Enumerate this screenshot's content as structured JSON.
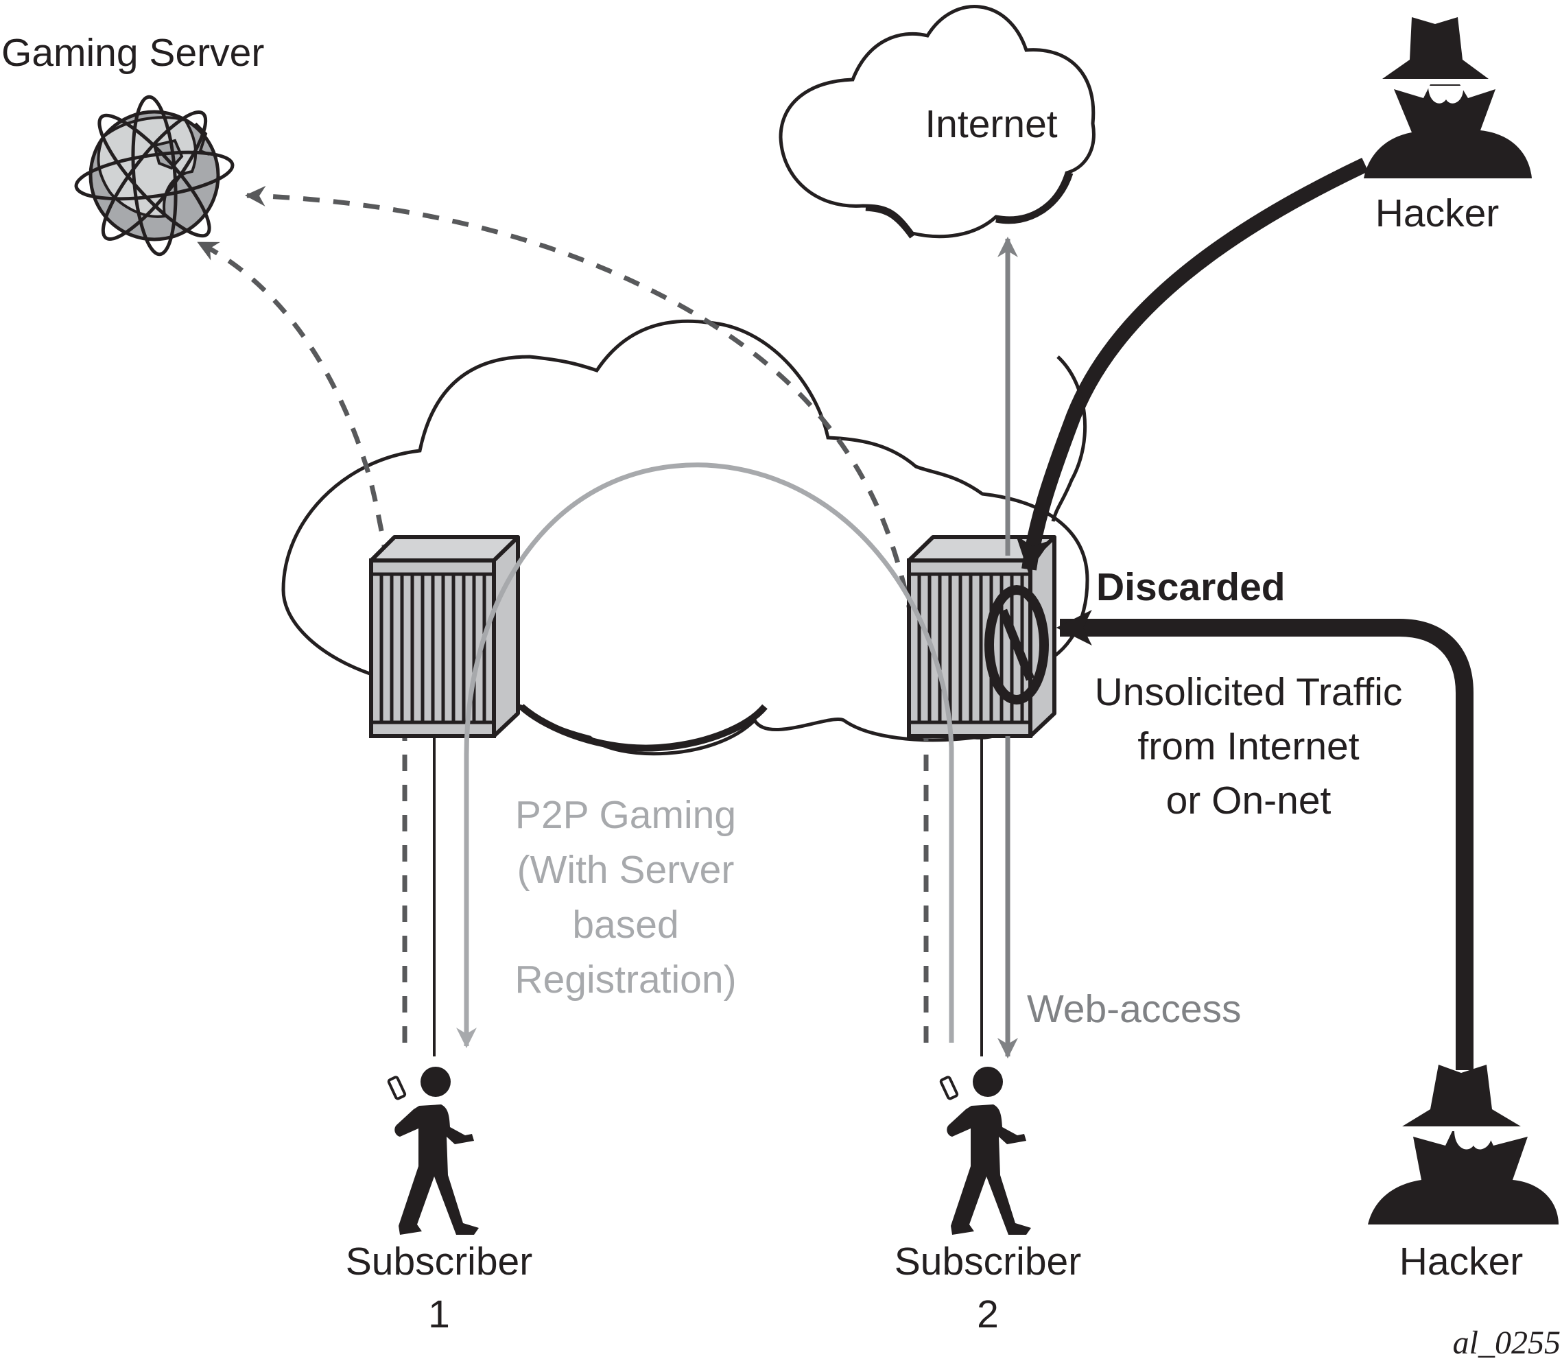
{
  "figure_id": "al_0255",
  "colors": {
    "ink": "#231f20",
    "dashed_flow": "#58595b",
    "p2p_flow": "#a7a9ac",
    "web_flow": "#808285",
    "router_face": "#c4c5c7",
    "router_top": "#d3d4d6",
    "globe_light": "#d1d3d4",
    "globe_dark": "#a7a9ac"
  },
  "nodes": {
    "gaming_server": {
      "label": "Gaming Server",
      "icon": "globe-icon"
    },
    "internet": {
      "label": "Internet",
      "icon": "cloud-icon"
    },
    "provider_network": {
      "icon": "cloud-icon"
    },
    "router_1": {
      "icon": "router-icon"
    },
    "router_2": {
      "icon": "router-icon",
      "badge_icon": "block-icon"
    },
    "hacker_top": {
      "label": "Hacker",
      "icon": "hacker-icon"
    },
    "hacker_bottom": {
      "label": "Hacker",
      "icon": "hacker-icon"
    },
    "subscriber_1": {
      "label_line1": "Subscriber",
      "label_line2": "1",
      "icon": "person-phone-icon"
    },
    "subscriber_2": {
      "label_line1": "Subscriber",
      "label_line2": "2",
      "icon": "person-phone-icon"
    }
  },
  "annotations": {
    "discarded": "Discarded",
    "unsolicited": [
      "Unsolicited Traffic",
      "from Internet",
      "or On-net"
    ],
    "p2p": [
      "P2P Gaming",
      "(With Server",
      "based",
      "Registration)"
    ],
    "web_access": "Web-access"
  },
  "flows": [
    {
      "id": "sub1-to-gaming-server",
      "style": "dashed",
      "from": "subscriber_1",
      "to": "gaming_server"
    },
    {
      "id": "sub2-to-gaming-server",
      "style": "dashed",
      "from": "subscriber_2",
      "to": "gaming_server"
    },
    {
      "id": "p2p-sub2-to-sub1",
      "style": "solid-light-gray",
      "from": "subscriber_2",
      "to": "subscriber_1"
    },
    {
      "id": "sub2-web-access",
      "style": "solid-gray",
      "from": "subscriber_2",
      "to": "internet"
    },
    {
      "id": "hacker-top-attack",
      "style": "thick-black",
      "from": "hacker_top",
      "to": "router_2",
      "result": "Discarded"
    },
    {
      "id": "hacker-bottom-attack",
      "style": "thick-black",
      "from": "hacker_bottom",
      "to": "router_2",
      "result": "Discarded"
    }
  ]
}
